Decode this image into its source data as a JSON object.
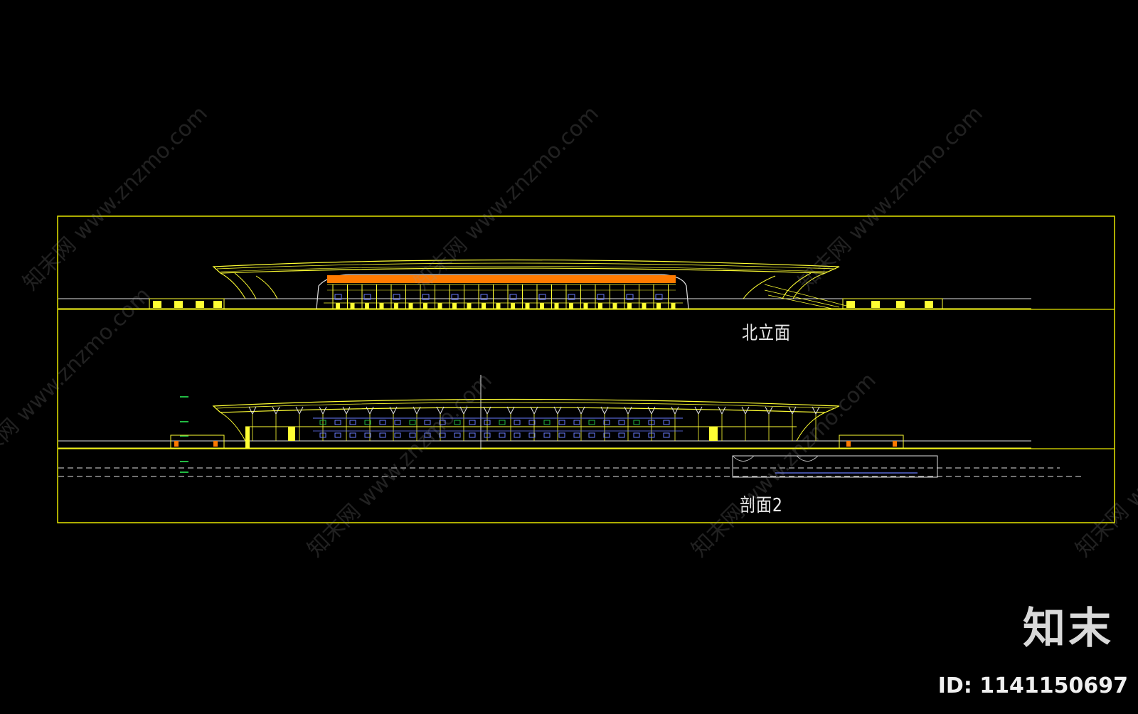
{
  "drawing": {
    "label_north_elevation": "北立面",
    "label_section": "剖面2"
  },
  "watermark": {
    "text": "知末网 www.znzmo.com"
  },
  "brand": {
    "name": "知末",
    "id": "ID: 1141150697"
  },
  "colors": {
    "background": "#000000",
    "frame": "#e6e600",
    "structure": "#ffff33",
    "accent_orange": "#ff7a00",
    "glass_blue": "#6a7cff",
    "white_line": "#e0e0e0",
    "green_tree": "#22bb44"
  }
}
